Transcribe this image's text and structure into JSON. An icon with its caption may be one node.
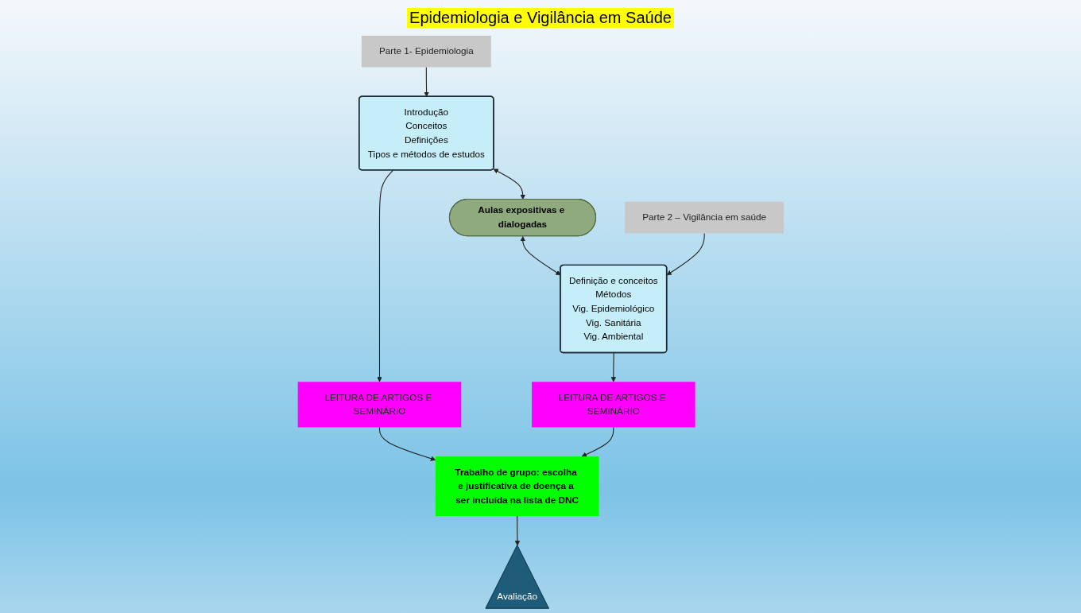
{
  "diagram": {
    "title": "Epidemiologia e Vigilância em Saúde",
    "nodes": [
      {
        "text": [
          "Parte 1- Epidemiologia"
        ]
      },
      {
        "text": [
          "Introdução",
          "Conceitos",
          "Definições",
          "Tipos e métodos de estudos"
        ]
      },
      {
        "text": [
          "Aulas expositivas e dialogadas"
        ]
      },
      {
        "text": [
          "Parte 2 – Vigilância em saúde"
        ]
      },
      {
        "text": [
          "Definição e conceitos",
          "Métodos",
          "Vig. Epidemiológico",
          "Vig. Sanitária",
          "Vig. Ambiental"
        ]
      },
      {
        "text": [
          "LEITURA DE ARTIGOS E SEMINÁRIO"
        ]
      },
      {
        "text": [
          "LEITURA DE ARTIGOS E SEMINÁRIO"
        ]
      },
      {
        "text": [
          "Trabalho de grupo: escolha e justificativa de doença a ser incluída na lista de DNC"
        ]
      },
      {
        "text": [
          "Avaliação"
        ]
      }
    ],
    "edges": [
      {
        "from": 0,
        "to": 1,
        "arrow": "to"
      },
      {
        "from": 1,
        "to": 2,
        "arrow": "both"
      },
      {
        "from": 2,
        "to": 4,
        "arrow": "both"
      },
      {
        "from": 3,
        "to": 4,
        "arrow": "to"
      },
      {
        "from": 1,
        "to": 5,
        "arrow": "to"
      },
      {
        "from": 4,
        "to": 6,
        "arrow": "to"
      },
      {
        "from": 5,
        "to": 7,
        "arrow": "to"
      },
      {
        "from": 6,
        "to": 7,
        "arrow": "to"
      },
      {
        "from": 7,
        "to": 8,
        "arrow": "to"
      }
    ]
  }
}
